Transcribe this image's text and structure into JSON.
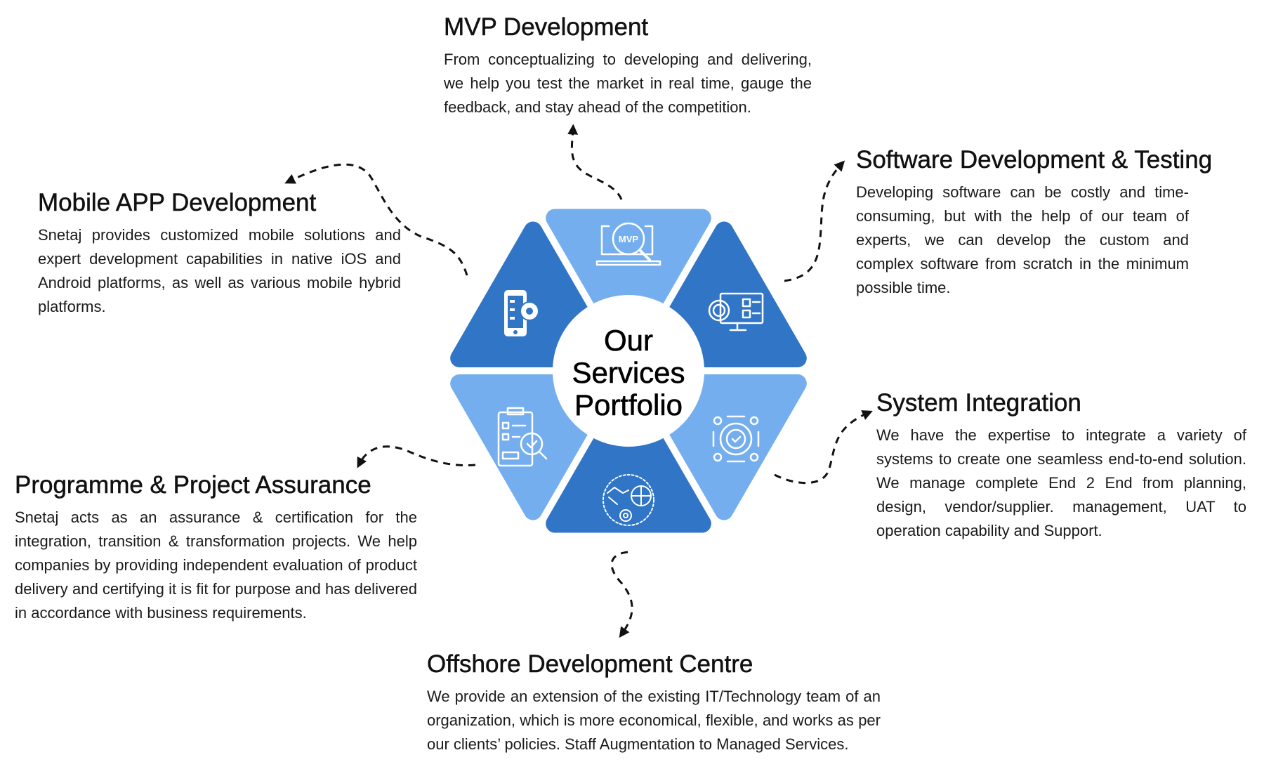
{
  "center": {
    "line1": "Our",
    "line2": "Services",
    "line3": "Portfolio"
  },
  "colors": {
    "dark": "#3075C6",
    "light": "#74AEEE",
    "arrow": "#111111"
  },
  "services": {
    "mvp": {
      "title": "MVP Development",
      "body": "From conceptualizing to developing and delivering, we help you test the market in real time, gauge the feedback, and stay ahead of the competition.",
      "icon": "mvp-magnifier-laptop-icon",
      "icon_label": "MVP"
    },
    "software": {
      "title": "Software Development & Testing",
      "body": "Developing software can be costly and time-consuming, but with the help of our team of experts, we can develop the custom and complex software from scratch in the minimum possible time.",
      "icon": "code-gear-monitor-icon"
    },
    "mobile": {
      "title": "Mobile APP Development",
      "body": "Snetaj provides customized mobile solutions and expert development capabilities in native iOS and Android platforms, as well as various mobile hybrid platforms.",
      "icon": "mobile-gear-icon"
    },
    "programme": {
      "title": "Programme & Project Assurance",
      "body": "Snetaj acts as an assurance & certification for the integration, transition & transformation projects. We help companies by providing independent evaluation of product delivery and certifying it is fit for purpose and has delivered in accordance with business requirements.",
      "icon": "clipboard-check-icon"
    },
    "system": {
      "title": "System Integration",
      "body": "We have the expertise to integrate a variety of systems to create one seamless end-to-end solution. We manage complete End 2 End from planning, design, vendor/supplier. management, UAT to operation capability and Support.",
      "icon": "gear-network-icon"
    },
    "offshore": {
      "title": "Offshore Development Centre",
      "body": "We provide an extension of the existing IT/Technology team of an organization, which is more economical, flexible, and works as per our clients’ policies. Staff Augmentation to Managed Services.",
      "icon": "handshake-globe-icon"
    }
  }
}
